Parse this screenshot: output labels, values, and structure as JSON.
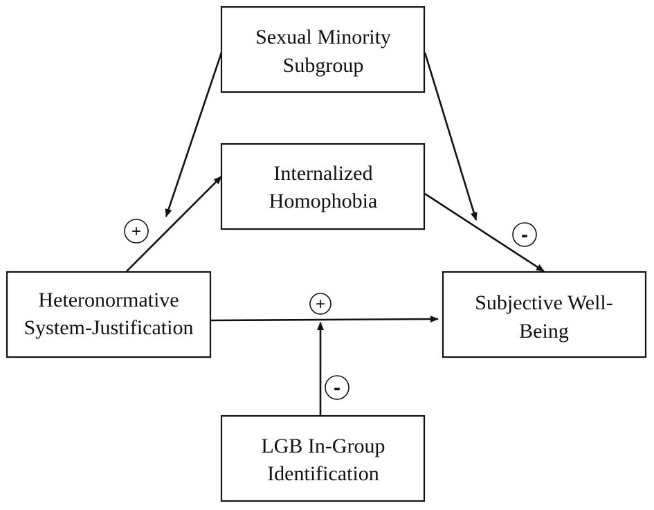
{
  "nodes": {
    "sexual_minority_subgroup": {
      "line1": "Sexual Minority",
      "line2": "Subgroup"
    },
    "internalized_homophobia": {
      "line1": "Internalized",
      "line2": "Homophobia"
    },
    "heteronormative_system_justification": {
      "line1": "Heteronormative",
      "line2": "System-Justification"
    },
    "subjective_well_being": {
      "line1": "Subjective Well-",
      "line2": "Being"
    },
    "lgb_in_group_identification": {
      "line1": "LGB In-Group",
      "line2": "Identification"
    }
  },
  "edges": [
    {
      "from": "Heteronormative System-Justification",
      "to": "Internalized Homophobia",
      "sign": "+"
    },
    {
      "from": "Internalized Homophobia",
      "to": "Subjective Well-Being",
      "sign": "-"
    },
    {
      "from": "Heteronormative System-Justification",
      "to": "Subjective Well-Being",
      "sign": "+"
    },
    {
      "from": "Sexual Minority Subgroup",
      "to": "path: Heteronormative System-Justification → Internalized Homophobia",
      "sign": ""
    },
    {
      "from": "Sexual Minority Subgroup",
      "to": "path: Internalized Homophobia → Subjective Well-Being",
      "sign": ""
    },
    {
      "from": "LGB In-Group Identification",
      "to": "path: Heteronormative System-Justification → Subjective Well-Being",
      "sign": "-"
    }
  ],
  "signs": {
    "plus_a": "+",
    "plus_b": "+",
    "minus_a": "-",
    "minus_b": "-"
  }
}
